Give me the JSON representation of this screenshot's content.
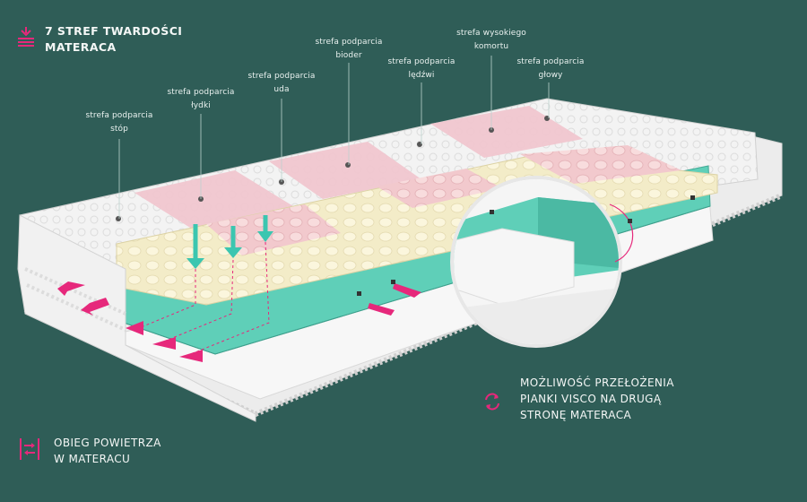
{
  "legend_zones": {
    "line1": "7 STREF TWARDOŚCI",
    "line2": "MATERACA",
    "icon": "hardness-zones-icon"
  },
  "legend_air": {
    "line1": "OBIEG POWIETRZA",
    "line2": "W MATERACU",
    "icon": "air-flow-icon"
  },
  "legend_visco": {
    "line1": "MOŻLIWOŚĆ PRZEŁOŻENIA",
    "line2": "PIANKI VISCO NA DRUGĄ",
    "line3": "STRONĘ MATERACA",
    "icon": "flip-cycle-icon"
  },
  "zones": [
    {
      "line1": "strefa podparcia",
      "line2": "stóp"
    },
    {
      "line1": "strefa podparcia",
      "line2": "łydki"
    },
    {
      "line1": "strefa podparcia",
      "line2": "uda"
    },
    {
      "line1": "strefa podparcia",
      "line2": "bioder"
    },
    {
      "line1": "strefa podparcia",
      "line2": "lędźwi"
    },
    {
      "line1": "strefa wysokiego",
      "line2": "komortu"
    },
    {
      "line1": "strefa podparcia",
      "line2": "głowy"
    }
  ],
  "colors": {
    "background": "#2f5d57",
    "accent": "#e6287b",
    "teal": "#5fcfb8",
    "visco": "#f2ecc9",
    "cover": "#f3f3f3",
    "pink_zone": "#f0c6cf"
  }
}
